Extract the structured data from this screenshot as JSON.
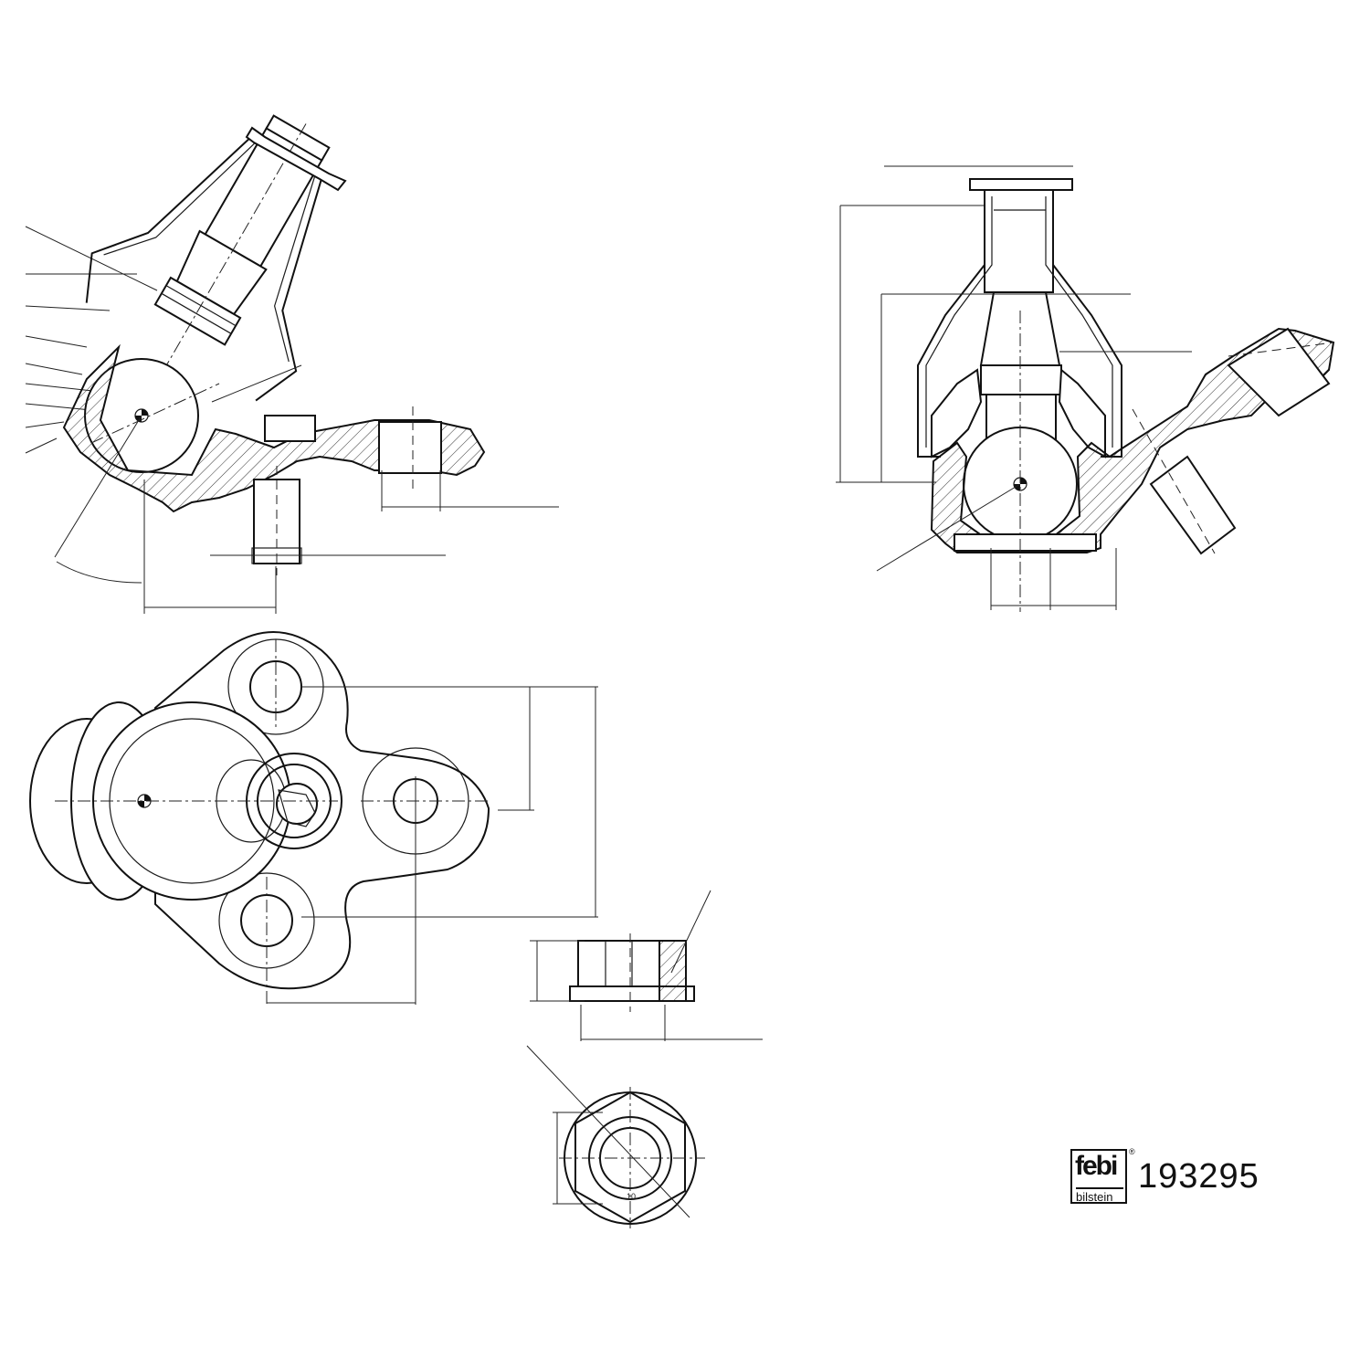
{
  "brand": {
    "logo_main": "febi",
    "logo_sub": "bilstein",
    "registered_mark": "®"
  },
  "part_number": "193295",
  "drawing": {
    "nut_top_label": "10"
  }
}
